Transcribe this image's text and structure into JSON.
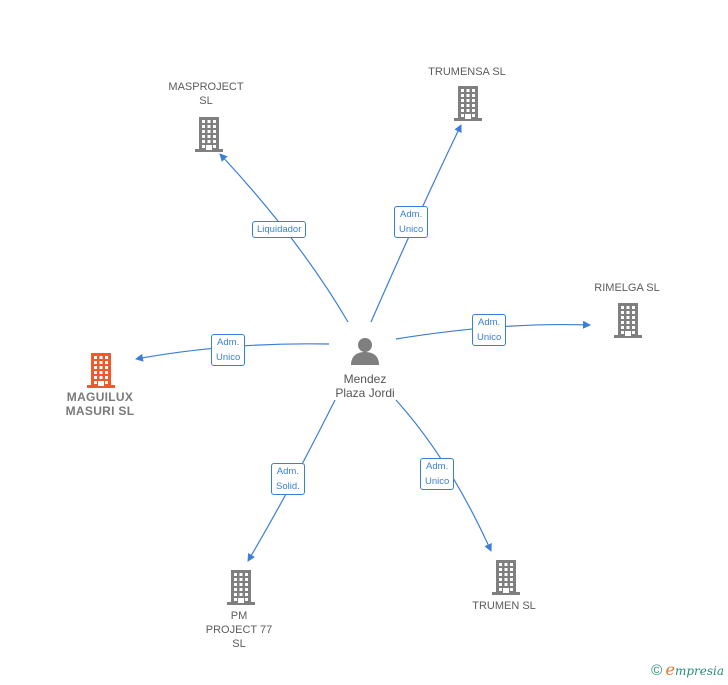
{
  "center": {
    "name": "Mendez\nPlaza Jordi",
    "icon": "person-icon"
  },
  "companies": [
    {
      "id": "masproject",
      "name": "MASPROJECT\nSL",
      "icon": "building-icon",
      "color": "#7f7f7f"
    },
    {
      "id": "trumensa",
      "name": "TRUMENSA SL",
      "icon": "building-icon",
      "color": "#7f7f7f"
    },
    {
      "id": "rimelga",
      "name": "RIMELGA  SL",
      "icon": "building-icon",
      "color": "#7f7f7f"
    },
    {
      "id": "maguilux",
      "name": "MAGUILUX\nMASURI  SL",
      "icon": "building-icon",
      "color": "#f05a28"
    },
    {
      "id": "pmproject",
      "name": "PM\nPROJECT 77\nSL",
      "icon": "building-icon",
      "color": "#7f7f7f"
    },
    {
      "id": "trumen",
      "name": "TRUMEN SL",
      "icon": "building-icon",
      "color": "#7f7f7f"
    }
  ],
  "relations": [
    {
      "target": "masproject",
      "label": "Liquidador"
    },
    {
      "target": "trumensa",
      "label": "Adm.\nUnico"
    },
    {
      "target": "rimelga",
      "label": "Adm.\nUnico"
    },
    {
      "target": "maguilux",
      "label": "Adm.\nUnico"
    },
    {
      "target": "pmproject",
      "label": "Adm.\nSolid."
    },
    {
      "target": "trumen",
      "label": "Adm.\nUnico"
    }
  ],
  "colors": {
    "edge": "#3a7fd5",
    "building": "#7f7f7f",
    "highlight": "#f05a28"
  },
  "footer": {
    "copyright": "©",
    "brand_first": "e",
    "brand_rest": "mpresia"
  }
}
